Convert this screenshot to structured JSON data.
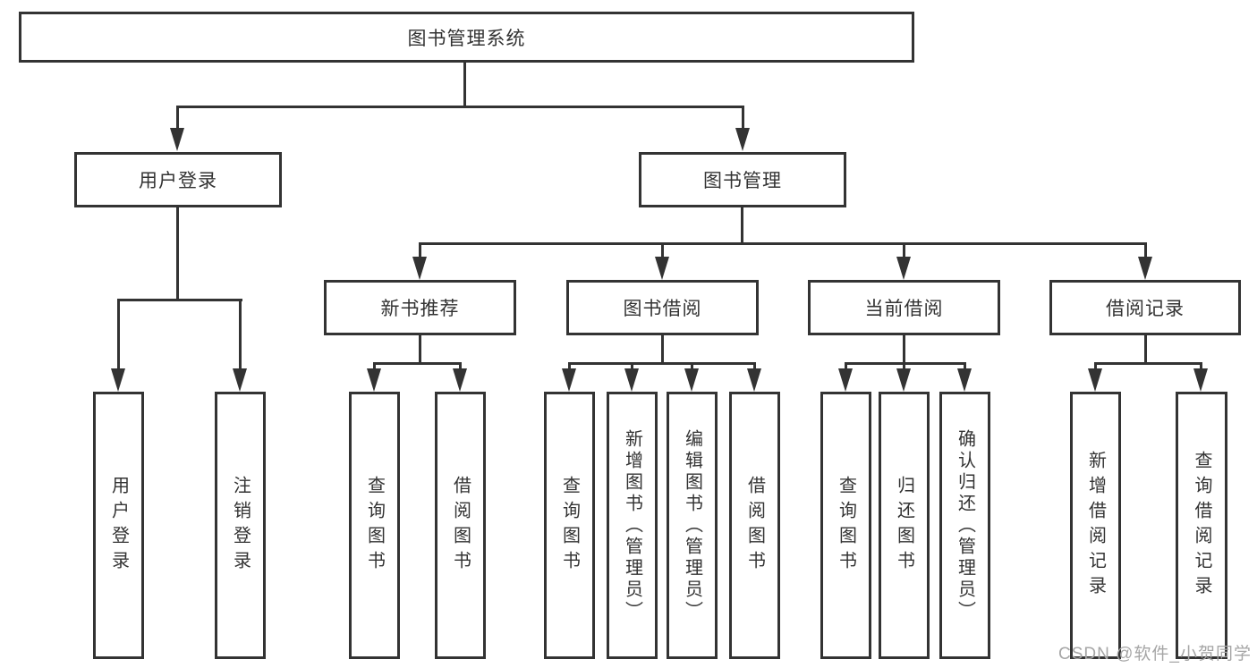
{
  "tree": {
    "label": "图书管理系统",
    "children": [
      {
        "label": "用户登录",
        "children": [
          {
            "label": "用户登录"
          },
          {
            "label": "注销登录"
          }
        ]
      },
      {
        "label": "图书管理",
        "children": [
          {
            "label": "新书推荐",
            "children": [
              {
                "label": "查询图书"
              },
              {
                "label": "借阅图书"
              }
            ]
          },
          {
            "label": "图书借阅",
            "children": [
              {
                "label": "查询图书"
              },
              {
                "label": "新增图书（管理员）"
              },
              {
                "label": "编辑图书（管理员）"
              },
              {
                "label": "借阅图书"
              }
            ]
          },
          {
            "label": "当前借阅",
            "children": [
              {
                "label": "查询图书"
              },
              {
                "label": "归还图书"
              },
              {
                "label": "确认归还（管理员）"
              }
            ]
          },
          {
            "label": "借阅记录",
            "children": [
              {
                "label": "新增借阅记录"
              },
              {
                "label": "查询借阅记录"
              }
            ]
          }
        ]
      }
    ]
  },
  "watermark": {
    "text": "CSDN @软件_小贺同学"
  },
  "colors": {
    "line": "#333333",
    "text": "#333333",
    "background": "#ffffff",
    "watermark": "#a6a6a6"
  }
}
